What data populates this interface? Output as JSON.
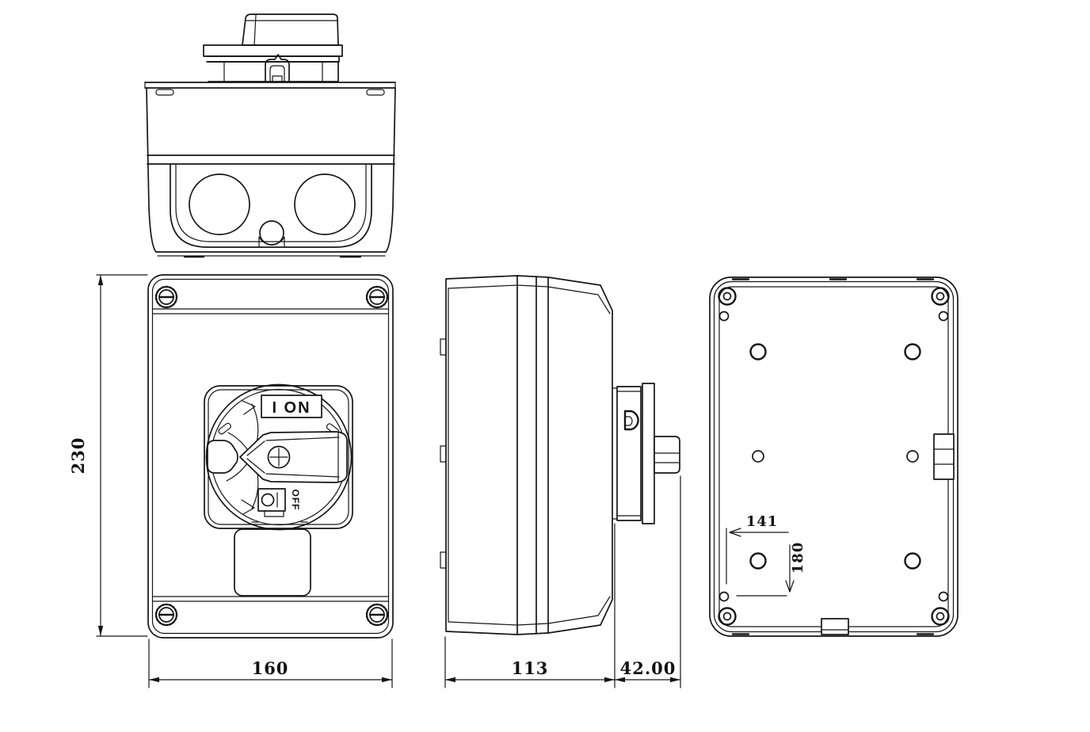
{
  "drawing": {
    "background_color": "#ffffff",
    "line_color": "#161616"
  },
  "dimensions": {
    "overall_height": "230",
    "overall_width": "160",
    "body_depth": "113",
    "handle_depth": "42.00",
    "mount_hole_spacing_x": "141",
    "mount_hole_spacing_y": "180"
  },
  "switch_labels": {
    "on": "I ON",
    "off": "OFF"
  }
}
